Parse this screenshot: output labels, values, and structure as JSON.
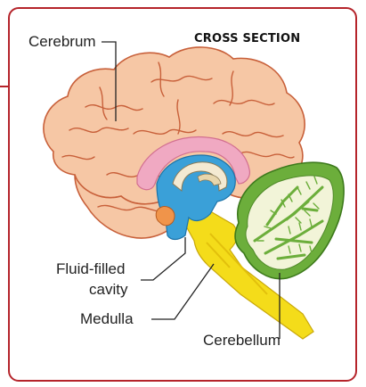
{
  "heading": "CROSS SECTION",
  "labels": {
    "cerebrum": "Cerebrum",
    "fluid_line1": "Fluid-filled",
    "fluid_line2": "cavity",
    "medulla": "Medulla",
    "cerebellum": "Cerebellum"
  },
  "colors": {
    "border": "#b5242b",
    "cerebrum_fill": "#f6c7a5",
    "cerebrum_stroke": "#c8603a",
    "corpus_callosum": "#f0a9c2",
    "cavity": "#3aa0d8",
    "brainstem": "#f4dc1a",
    "cerebellum": "#6cae3b"
  }
}
